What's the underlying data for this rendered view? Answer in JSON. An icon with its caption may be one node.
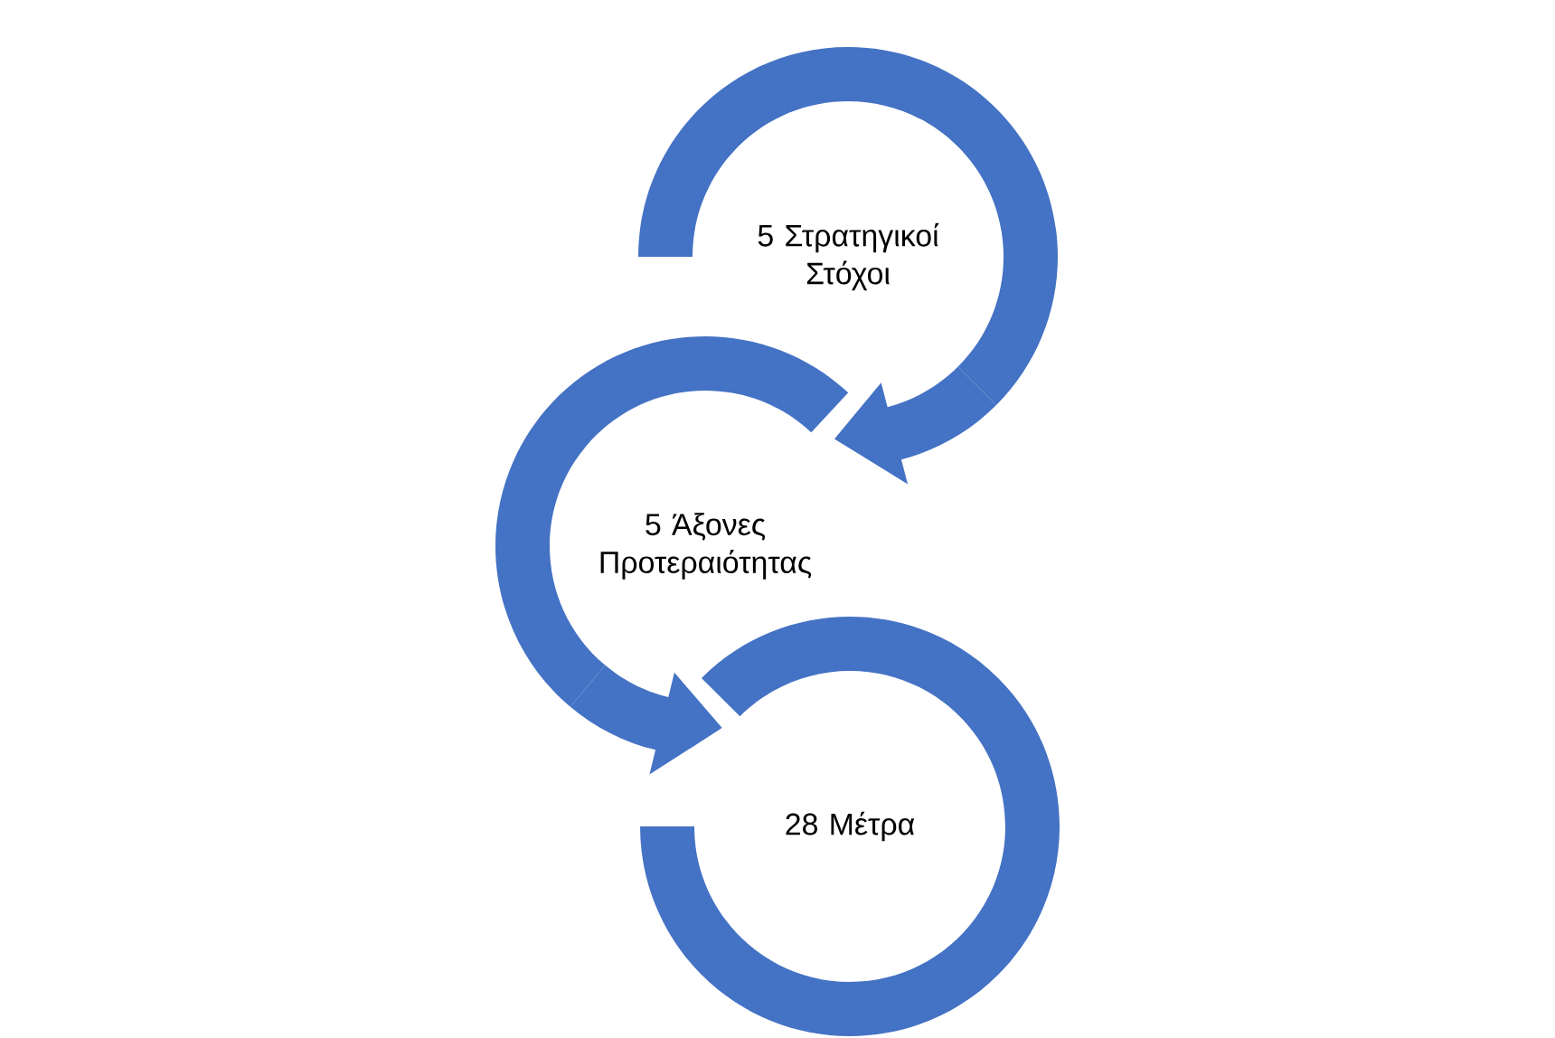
{
  "diagram": {
    "nodes": [
      {
        "text": [
          "5 Στρατηγικοί Στόχοι"
        ]
      },
      {
        "text": [
          "5 Άξονες Προτεραιότητας"
        ]
      },
      {
        "text": [
          "28 Μέτρα"
        ]
      }
    ],
    "edges": [
      {
        "from": 0,
        "to": 1,
        "arrow": "to"
      },
      {
        "from": 1,
        "to": 2,
        "arrow": "to"
      }
    ]
  }
}
